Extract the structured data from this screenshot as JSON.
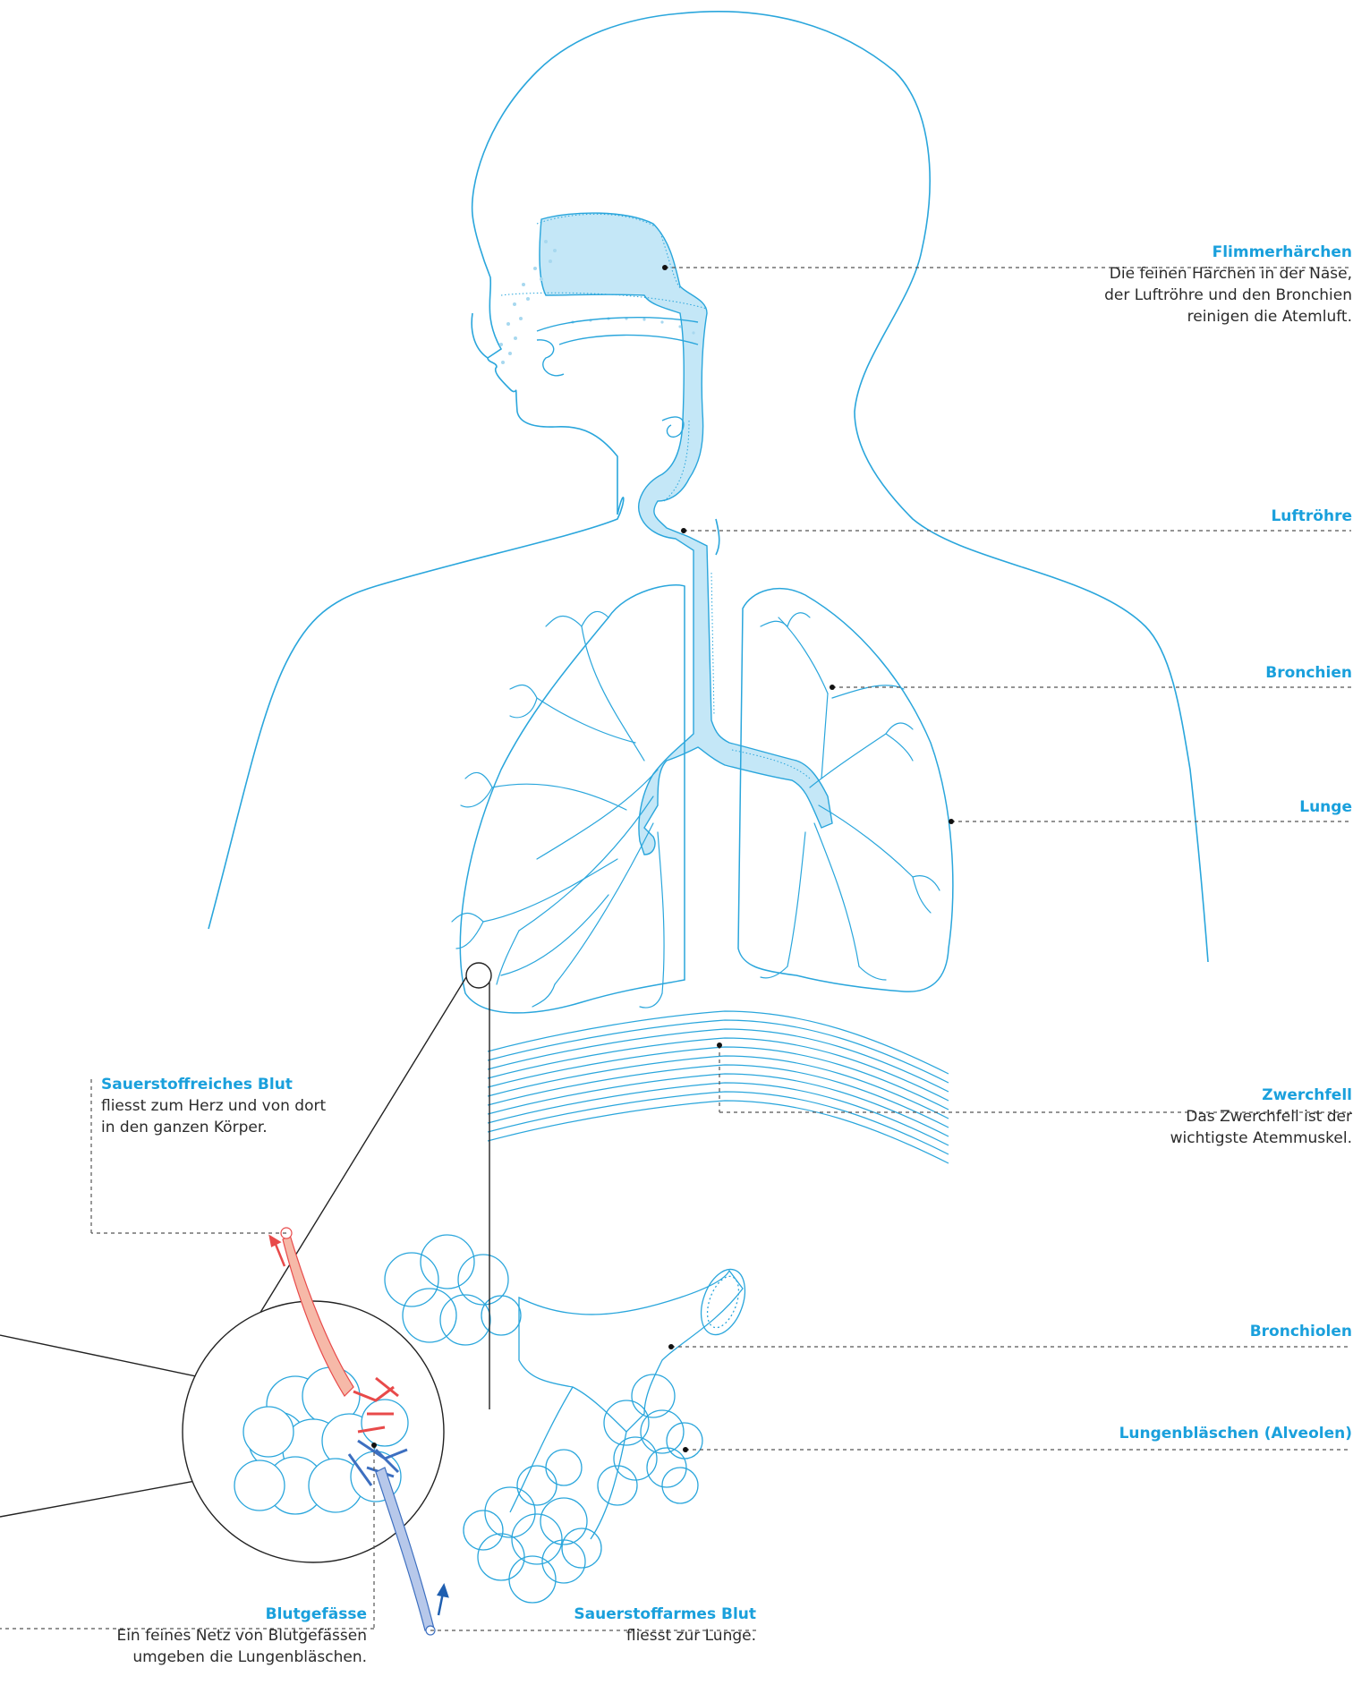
{
  "colors": {
    "outline": "#2aa6dc",
    "fill": "#c4e7f7",
    "title": "#1aa0dc",
    "text": "#2b2b2b",
    "oxygen_rich": "#e84a4a",
    "oxygen_poor": "#3d6fc0",
    "magnifier": "#222222"
  },
  "labels": {
    "flimmerhaerchen": {
      "title": "Flimmerhärchen",
      "text": "Die feinen Härchen in der Nase,\nder Luftröhre und den Bronchien\nreinigen die Atemluft."
    },
    "luftroehre": {
      "title": "Luftröhre"
    },
    "bronchien": {
      "title": "Bronchien"
    },
    "lunge": {
      "title": "Lunge"
    },
    "zwerchfell": {
      "title": "Zwerchfell",
      "text": "Das Zwerchfell ist der\nwichtigste Atemmuskel."
    },
    "bronchiolen": {
      "title": "Bronchiolen"
    },
    "alveolen": {
      "title": "Lungenbläschen (Alveolen)"
    },
    "blut_reich": {
      "title": "Sauerstoffreiches Blut",
      "text": "fliesst zum Herz und von dort\nin den ganzen Körper."
    },
    "blutgefaesse": {
      "title": "Blutgefässe",
      "text": "Ein feines Netz von Blutgefässen\numgeben die Lungenbläschen."
    },
    "blut_arm": {
      "title": "Sauerstoffarmes Blut",
      "text": "fliesst zur Lunge."
    }
  }
}
